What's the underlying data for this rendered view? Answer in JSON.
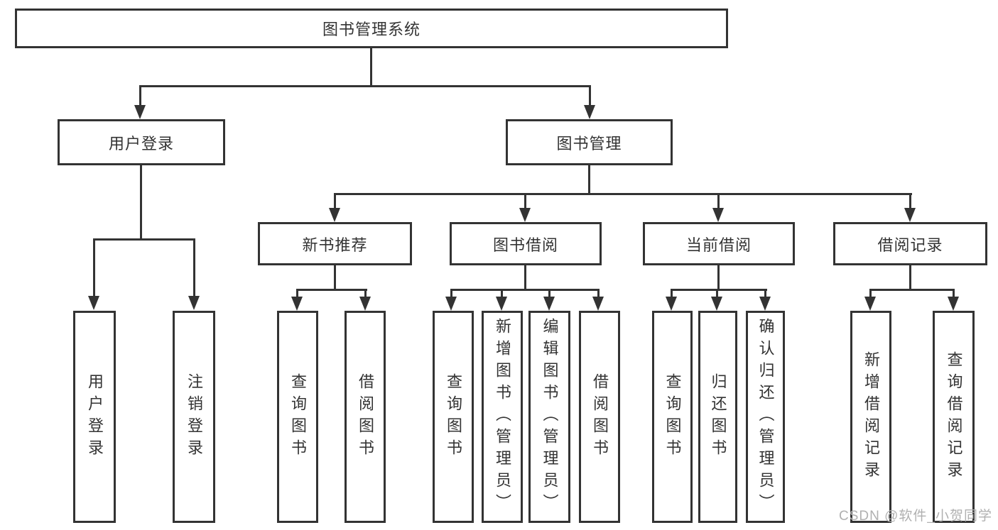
{
  "diagram": {
    "root": "图书管理系统",
    "level2": [
      "用户登录",
      "图书管理"
    ],
    "level3": [
      "新书推荐",
      "图书借阅",
      "当前借阅",
      "借阅记录"
    ],
    "leaves": {
      "user_login": [
        "用户登录",
        "注销登录"
      ],
      "new_book": [
        "查询图书",
        "借阅图书"
      ],
      "book_borrow": [
        "查询图书",
        "新增图书（管理员）",
        "编辑图书（管理员）",
        "借阅图书"
      ],
      "current_borrow": [
        "查询图书",
        "归还图书",
        "确认归还（管理员）"
      ],
      "borrow_records": [
        "新增借阅记录",
        "查询借阅记录"
      ]
    },
    "watermark": "CSDN @软件_小贺同学",
    "colors": {
      "line": "#333333",
      "box_border": "#333333",
      "box_bg": "#ffffff",
      "text": "#333333",
      "watermark": "#b0b0b0"
    }
  }
}
